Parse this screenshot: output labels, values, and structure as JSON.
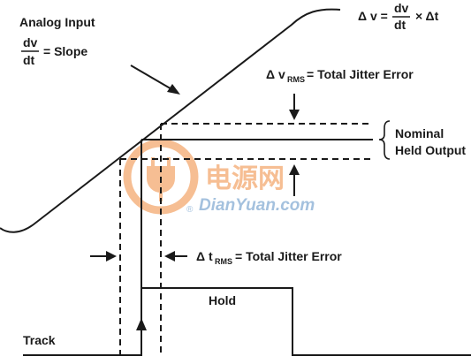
{
  "diagram": {
    "analog_input_label": "Analog Input",
    "slope": {
      "num": "dv",
      "den": "dt",
      "text": "= Slope"
    },
    "delta_v_eq": {
      "lhs": "Δ v =",
      "num": "dv",
      "den": "dt",
      "rhs": "× Δt"
    },
    "delta_v_rms": {
      "prefix": "Δ v",
      "sub": "RMS",
      "text": "= Total Jitter Error"
    },
    "nominal_output": {
      "line1": "Nominal",
      "line2": "Held Output"
    },
    "delta_t_rms": {
      "prefix": "Δ t",
      "sub": "RMS",
      "text": "= Total Jitter Error"
    },
    "hold_label": "Hold",
    "track_label": "Track"
  },
  "watermark": {
    "cn_text": "电源网",
    "domain_text": "DianYuan.com",
    "registered_mark": "®"
  },
  "colors": {
    "line": "#1a1a1a",
    "watermark_orange": "#f08a3c",
    "watermark_blue": "#5a8fc4"
  }
}
